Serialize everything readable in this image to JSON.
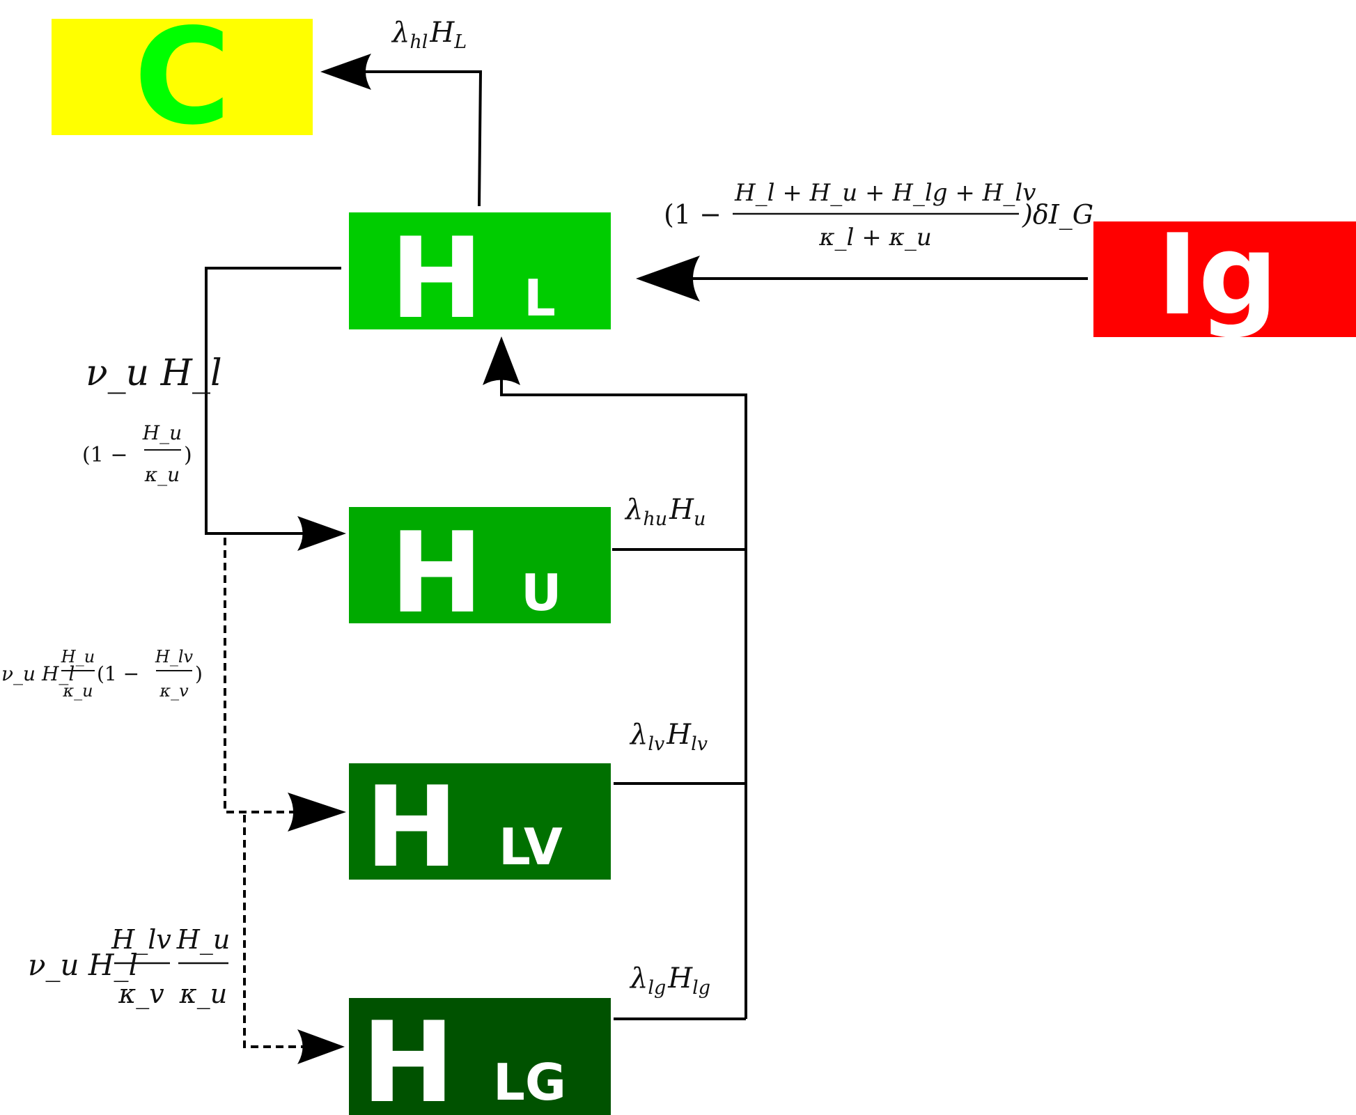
{
  "nodes": {
    "C": {
      "main": "C",
      "sub": "",
      "fill": "#ffff00",
      "text_color": "#00ff00"
    },
    "HL": {
      "main": "H",
      "sub": "L",
      "fill": "#00cc00",
      "text_color": "#ffffff"
    },
    "Ig": {
      "main": "Ig",
      "sub": "",
      "fill": "#ff0000",
      "text_color": "#ffffff"
    },
    "HU": {
      "main": "H",
      "sub": "U",
      "fill": "#00aa00",
      "text_color": "#ffffff"
    },
    "HLV": {
      "main": "H",
      "sub": "LV",
      "fill": "#007000",
      "text_color": "#ffffff"
    },
    "HLG": {
      "main": "H",
      "sub": "LG",
      "fill": "#005200",
      "text_color": "#ffffff"
    }
  },
  "labels": {
    "HL_to_C": {
      "a": "λ",
      "a_sub": "hl",
      "b": "H",
      "b_sub": "L"
    },
    "Ig_to_HL": {
      "prefix": "(1 −",
      "numerator": "H_l + H_u + H_lg + H_lv",
      "denominator": "κ_l + κ_u",
      "suffix": ")δI_G"
    },
    "HL_to_HU": {
      "main": "ν_u H_l",
      "factor_prefix": "(1 −",
      "factor_num": "H_u",
      "factor_den": "κ_u",
      "factor_suffix": ")"
    },
    "HU_to_HLV": {
      "prefix": "ν_u H_l",
      "frac1_num": "H_u",
      "frac1_den": "κ_u",
      "middle": "(1 −",
      "frac2_num": "H_lv",
      "frac2_den": "κ_v",
      "suffix": ")"
    },
    "HLV_to_HLG": {
      "prefix": "ν_u H_l",
      "frac1_num": "H_lv",
      "frac1_den": "κ_v",
      "frac2_num": "H_u",
      "frac2_den": "κ_u"
    },
    "HU_return": {
      "a": "λ",
      "a_sub": "hu",
      "b": "H",
      "b_sub": "u"
    },
    "HLV_return": {
      "a": "λ",
      "a_sub": "lv",
      "b": "H",
      "b_sub": "lv"
    },
    "HLG_return": {
      "a": "λ",
      "a_sub": "lg",
      "b": "H",
      "b_sub": "lg"
    }
  },
  "colors": {
    "arrow": "#000000"
  }
}
